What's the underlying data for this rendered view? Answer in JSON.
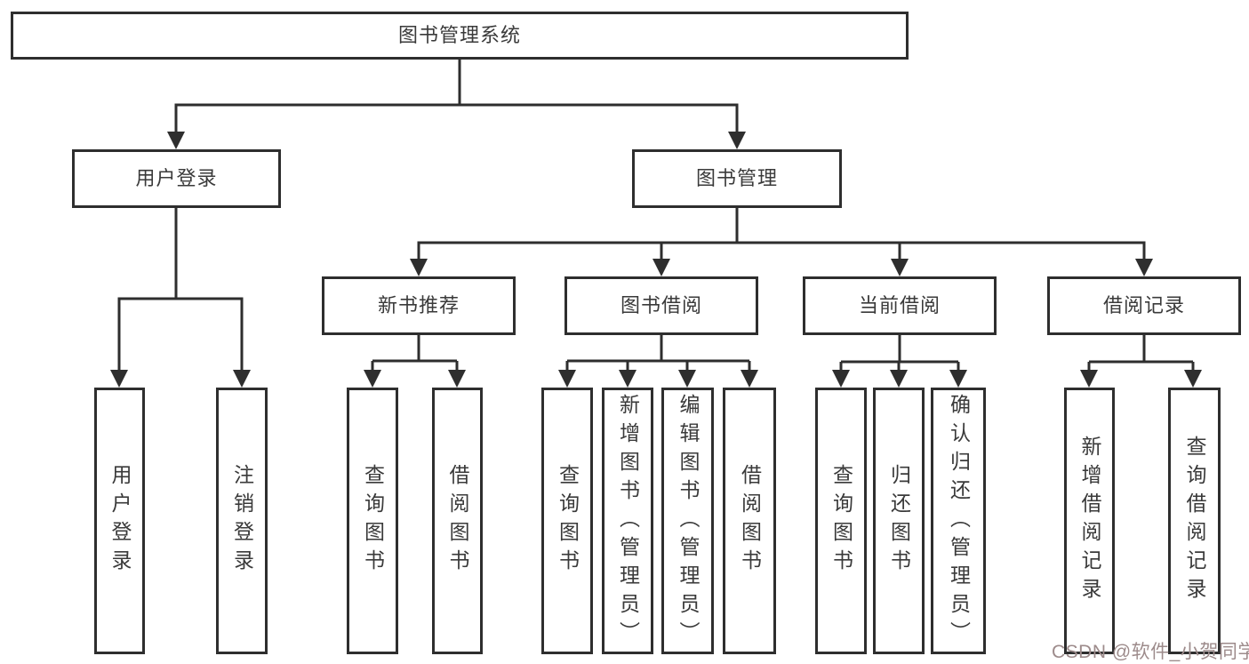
{
  "tree": {
    "label": "图书管理系统",
    "children": [
      {
        "label": "用户登录",
        "children": [
          {
            "label": "用户登录"
          },
          {
            "label": "注销登录"
          }
        ]
      },
      {
        "label": "图书管理",
        "children": [
          {
            "label": "新书推荐",
            "children": [
              {
                "label": "查询图书"
              },
              {
                "label": "借阅图书"
              }
            ]
          },
          {
            "label": "图书借阅",
            "children": [
              {
                "label": "查询图书"
              },
              {
                "label": "新增图书（管理员）"
              },
              {
                "label": "编辑图书（管理员）"
              },
              {
                "label": "借阅图书"
              }
            ]
          },
          {
            "label": "当前借阅",
            "children": [
              {
                "label": "查询图书"
              },
              {
                "label": "归还图书"
              },
              {
                "label": "确认归还（管理员）"
              }
            ]
          },
          {
            "label": "借阅记录",
            "children": [
              {
                "label": "新增借阅记录"
              },
              {
                "label": "查询借阅记录"
              }
            ]
          }
        ]
      }
    ]
  },
  "watermark": "CSDN @软件_小贺同学",
  "colors": {
    "line": "#2e2e2e",
    "box_border": "#2e2e2e",
    "text": "#3a3a3a",
    "watermark": "#9d8b8b",
    "background": "#ffffff"
  }
}
